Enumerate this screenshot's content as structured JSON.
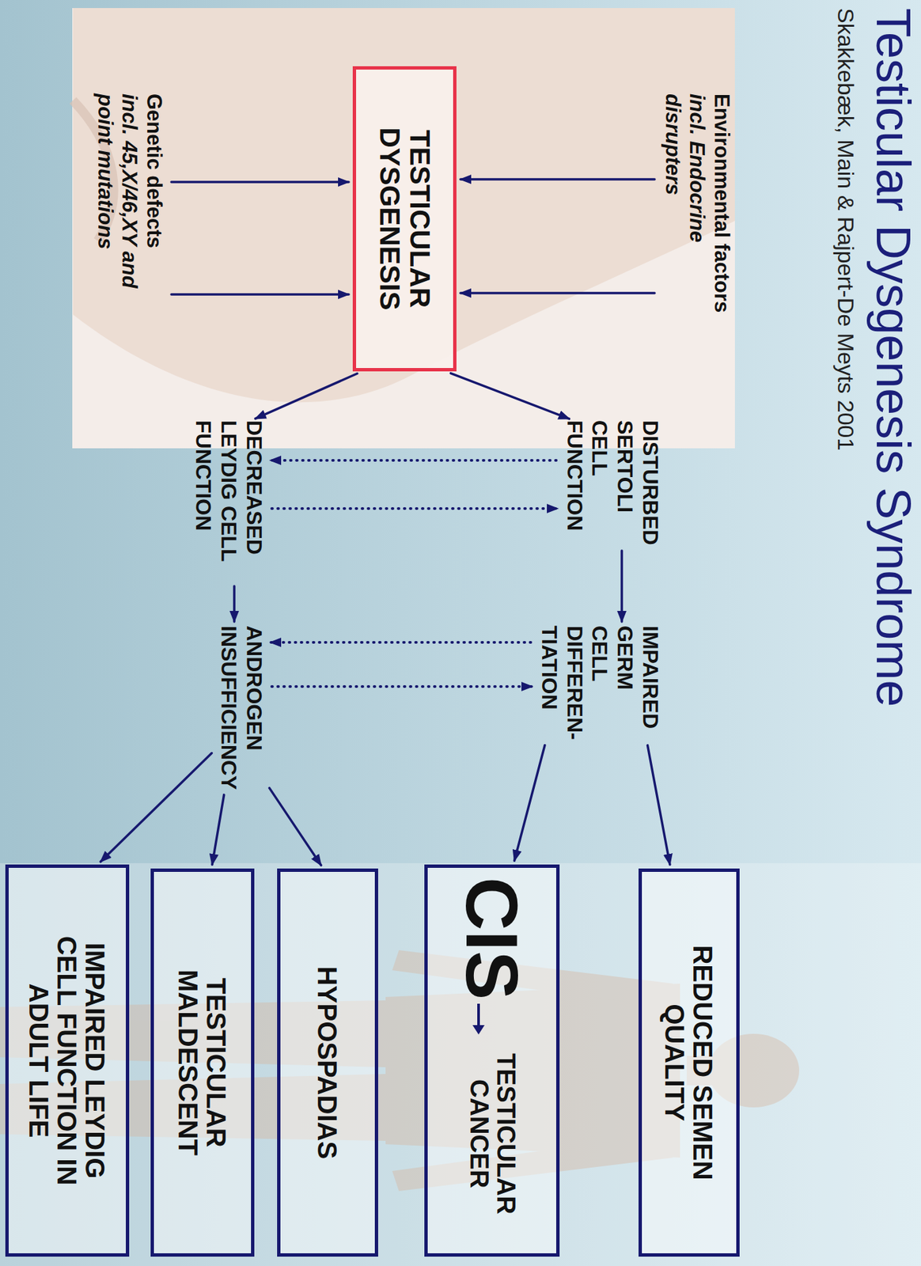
{
  "diagram": {
    "title": "Testicular Dysgenesis Syndrome",
    "nodes": [
      {
        "text": [
          "Environmental factors",
          "incl. Endocrine disrupters"
        ]
      },
      {
        "text": [
          "TESTICULAR DYSGENESIS"
        ]
      },
      {
        "text": [
          "Genetic defects",
          "incl. 45,X/46,XY and point mutations"
        ]
      },
      {
        "text": [
          "DISTURBED SERTOLI CELL FUNCTION"
        ]
      },
      {
        "text": [
          "DECREASED LEYDIG CELL FUNCTION"
        ]
      },
      {
        "text": [
          "IMPAIRED GERM CELL DIFFEREN- TIATION"
        ]
      },
      {
        "text": [
          "ANDROGEN INSUFFICIENCY"
        ]
      },
      {
        "text": [
          "REDUCED SEMEN QUALITY"
        ]
      },
      {
        "text": [
          "CIS",
          "TESTICULAR CANCER"
        ]
      },
      {
        "text": [
          "HYPOSPADIAS"
        ]
      },
      {
        "text": [
          "TESTICULAR MALDESCENT"
        ]
      },
      {
        "text": [
          "IMPAIRED LEYDIG CELL FUNCTION IN ADULT LIFE"
        ]
      }
    ],
    "edges": [
      {
        "from": 0,
        "to": 1,
        "arrow": "to"
      },
      {
        "from": 0,
        "to": 1,
        "arrow": "to"
      },
      {
        "from": 2,
        "to": 1,
        "arrow": "to"
      },
      {
        "from": 2,
        "to": 1,
        "arrow": "to"
      },
      {
        "from": 1,
        "to": 3,
        "arrow": "to"
      },
      {
        "from": 1,
        "to": 4,
        "arrow": "to"
      },
      {
        "from": 3,
        "to": 4,
        "arrow": "to"
      },
      {
        "from": 4,
        "to": 3,
        "arrow": "to"
      },
      {
        "from": 3,
        "to": 5,
        "arrow": "to"
      },
      {
        "from": 4,
        "to": 6,
        "arrow": "to"
      },
      {
        "from": 5,
        "to": 6,
        "arrow": "to"
      },
      {
        "from": 6,
        "to": 5,
        "arrow": "to"
      },
      {
        "from": 5,
        "to": 7,
        "arrow": "to"
      },
      {
        "from": 5,
        "to": 8,
        "arrow": "to"
      },
      {
        "from": 6,
        "to": 9,
        "arrow": "to"
      },
      {
        "from": 6,
        "to": 10,
        "arrow": "to"
      },
      {
        "from": 6,
        "to": 11,
        "arrow": "to"
      }
    ],
    "labels": [
      "Skakkebæk, Main & Rajpert-De Meyts 2001"
    ]
  }
}
